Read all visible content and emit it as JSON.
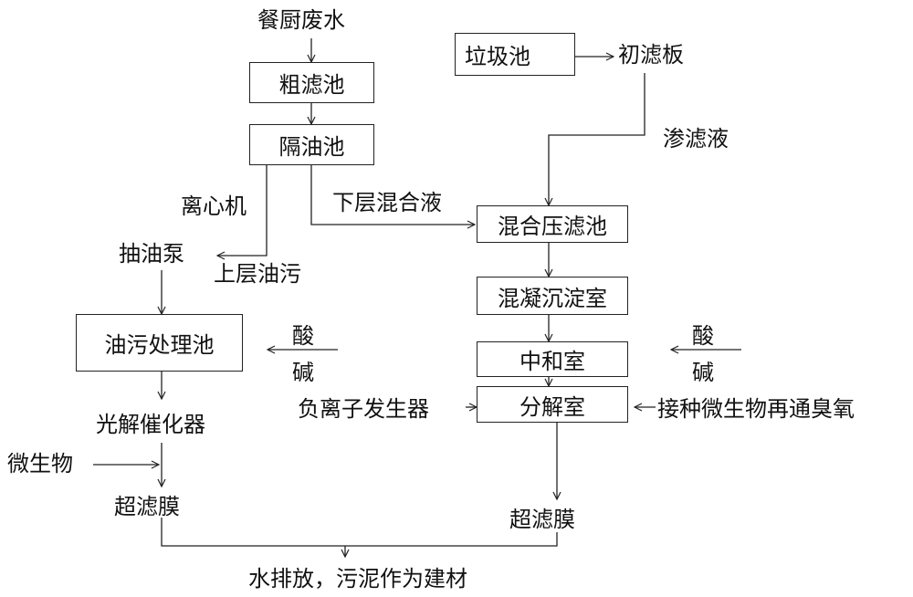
{
  "source_label": "餐厨废水",
  "boxes": {
    "coarse_filter": "粗滤池",
    "oil_separator": "隔油池",
    "garbage_pool": "垃圾池",
    "mixed_press_filter": "混合压滤池",
    "coagulation_settling": "混凝沉淀室",
    "oil_treatment": "油污处理池",
    "neutralization": "中和室",
    "decomposition": "分解室"
  },
  "labels": {
    "primary_filter_plate": "初滤板",
    "leachate": "渗滤液",
    "centrifuge": "离心机",
    "lower_mixture": "下层混合液",
    "oil_pump": "抽油泵",
    "upper_oil": "上层油污",
    "acid_left": "酸",
    "alkali_left": "碱",
    "acid_right": "酸",
    "alkali_right": "碱",
    "photocatalyst": "光解催化器",
    "microbes": "微生物",
    "uf_left": "超滤膜",
    "anion_generator": "负离子发生器",
    "inoculate_ozone": "接种微生物再通臭氧",
    "uf_right": "超滤膜",
    "final_output": "水排放，污泥作为建材"
  }
}
